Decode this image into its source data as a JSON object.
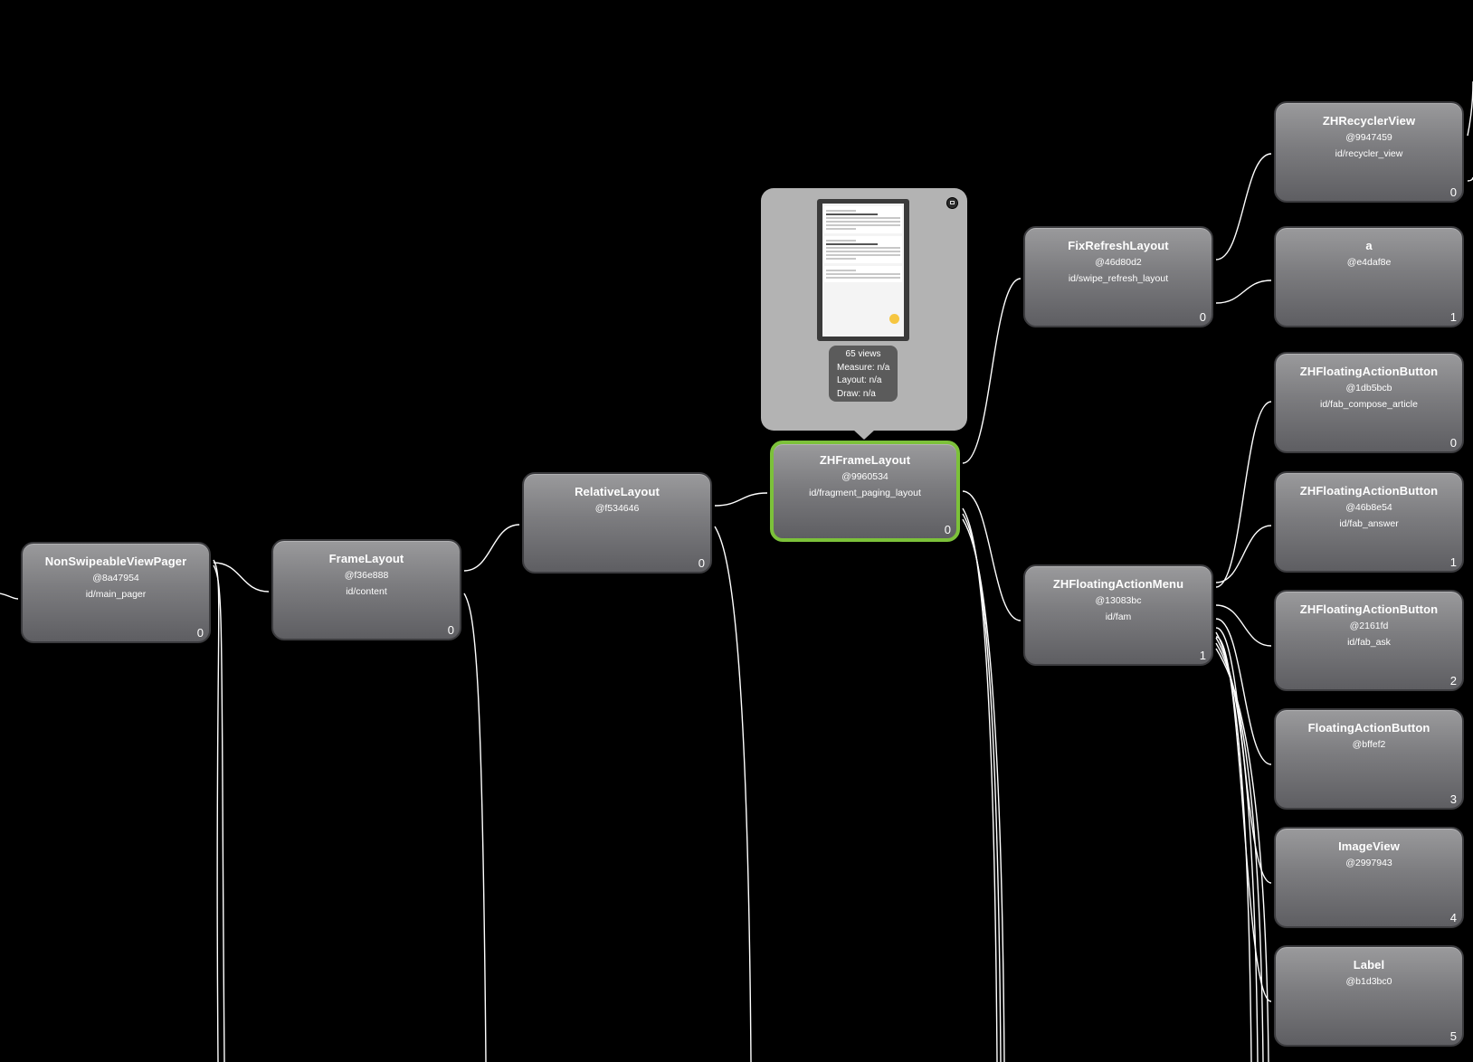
{
  "nodes": [
    {
      "key": "main_pager",
      "title": "NonSwipeableViewPager",
      "hash": "@8a47954",
      "vid": "id/main_pager",
      "index": "0"
    },
    {
      "key": "content",
      "title": "FrameLayout",
      "hash": "@f36e888",
      "vid": "id/content",
      "index": "0"
    },
    {
      "key": "relative",
      "title": "RelativeLayout",
      "hash": "@f534646",
      "vid": "",
      "index": "0"
    },
    {
      "key": "fragment_paging_layout",
      "title": "ZHFrameLayout",
      "hash": "@9960534",
      "vid": "id/fragment_paging_layout",
      "index": "0",
      "selected": true
    },
    {
      "key": "swipe_refresh_layout",
      "title": "FixRefreshLayout",
      "hash": "@46d80d2",
      "vid": "id/swipe_refresh_layout",
      "index": "0"
    },
    {
      "key": "fam",
      "title": "ZHFloatingActionMenu",
      "hash": "@13083bc",
      "vid": "id/fam",
      "index": "1"
    },
    {
      "key": "recycler_view",
      "title": "ZHRecyclerView",
      "hash": "@9947459",
      "vid": "id/recycler_view",
      "index": "0"
    },
    {
      "key": "a",
      "title": "a",
      "hash": "@e4daf8e",
      "vid": "",
      "index": "1"
    },
    {
      "key": "fab_compose_article",
      "title": "ZHFloatingActionButton",
      "hash": "@1db5bcb",
      "vid": "id/fab_compose_article",
      "index": "0"
    },
    {
      "key": "fab_answer",
      "title": "ZHFloatingActionButton",
      "hash": "@46b8e54",
      "vid": "id/fab_answer",
      "index": "1"
    },
    {
      "key": "fab_ask",
      "title": "ZHFloatingActionButton",
      "hash": "@2161fd",
      "vid": "id/fab_ask",
      "index": "2"
    },
    {
      "key": "floating_action_button",
      "title": "FloatingActionButton",
      "hash": "@bffef2",
      "vid": "",
      "index": "3"
    },
    {
      "key": "image_view",
      "title": "ImageView",
      "hash": "@2997943",
      "vid": "",
      "index": "4"
    },
    {
      "key": "label",
      "title": "Label",
      "hash": "@b1d3bc0",
      "vid": "",
      "index": "5"
    }
  ],
  "preview": {
    "views_count": "65 views",
    "measure": "Measure: n/a",
    "layout": "Layout: n/a",
    "draw": "Draw: n/a"
  },
  "colors": {
    "background": "#000000",
    "node_fill": "#7c7c7f",
    "selected_border": "#7cc13a",
    "edge": "#ffffff",
    "preview_panel": "#b3b3b3"
  }
}
